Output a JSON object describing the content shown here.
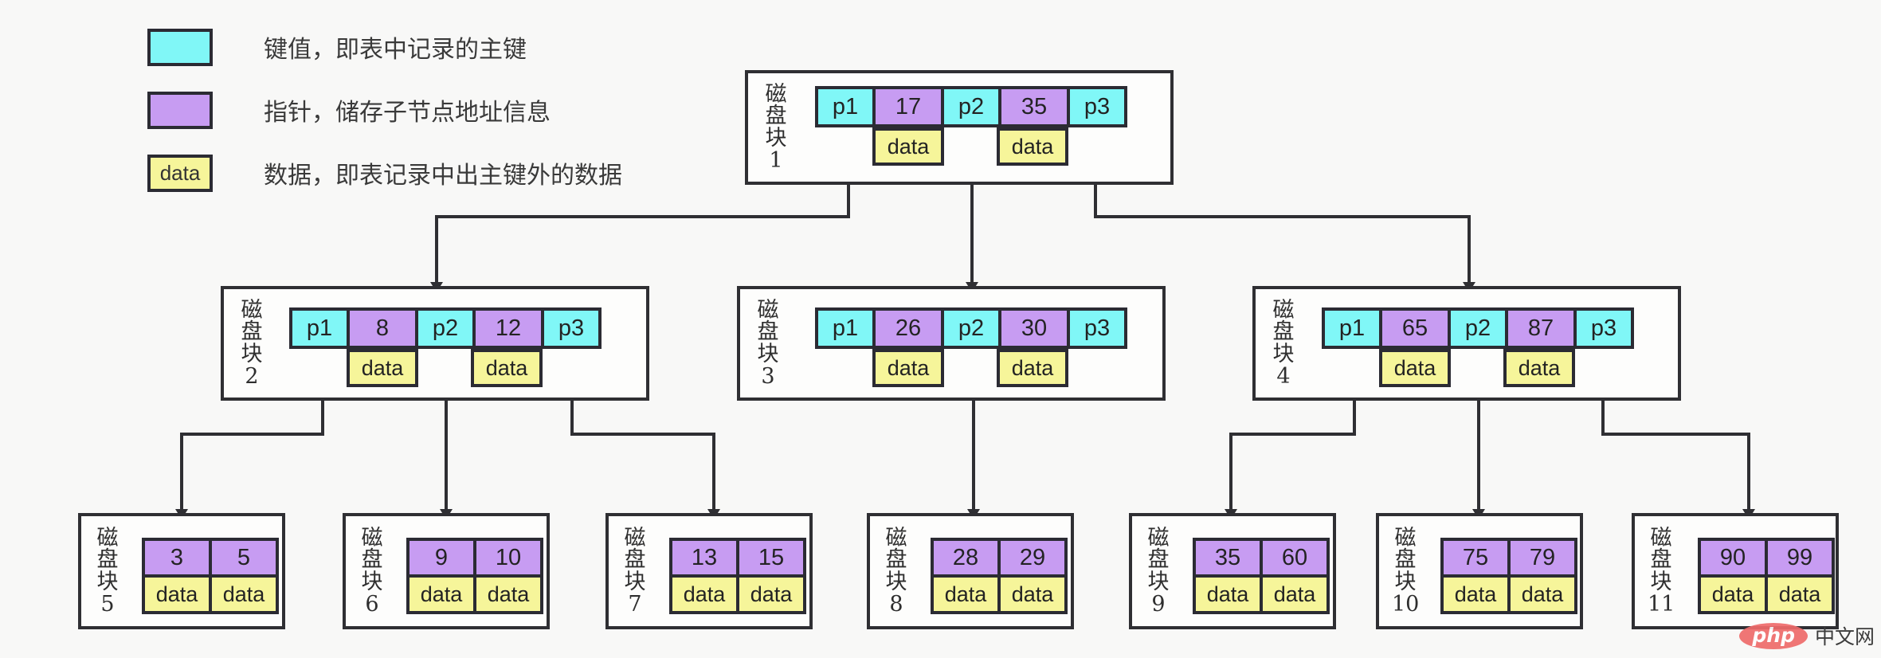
{
  "legend": {
    "items": [
      {
        "swatch": "key-color",
        "color": "#80f7f7",
        "text": "",
        "desc": "键值，即表中记录的主键"
      },
      {
        "swatch": "ptr-color",
        "color": "#c79cf2",
        "text": "",
        "desc": "指针，储存子节点地址信息"
      },
      {
        "swatch": "data-color",
        "color": "#f6f59a",
        "text": "data",
        "desc": "数据，即表记录中出主键外的数据"
      }
    ]
  },
  "nodes": {
    "block1": {
      "label": "磁\n盘\n块\n1",
      "cells": [
        {
          "type": "ptr",
          "text": "p1"
        },
        {
          "type": "key",
          "text": "17"
        },
        {
          "type": "ptr",
          "text": "p2"
        },
        {
          "type": "key",
          "text": "35"
        },
        {
          "type": "ptr",
          "text": "p3"
        }
      ],
      "data": [
        "data",
        "data"
      ]
    },
    "block2": {
      "label": "磁\n盘\n块\n2",
      "cells": [
        {
          "type": "ptr",
          "text": "p1"
        },
        {
          "type": "key",
          "text": "8"
        },
        {
          "type": "ptr",
          "text": "p2"
        },
        {
          "type": "key",
          "text": "12"
        },
        {
          "type": "ptr",
          "text": "p3"
        }
      ],
      "data": [
        "data",
        "data"
      ]
    },
    "block3": {
      "label": "磁\n盘\n块\n3",
      "cells": [
        {
          "type": "ptr",
          "text": "p1"
        },
        {
          "type": "key",
          "text": "26"
        },
        {
          "type": "ptr",
          "text": "p2"
        },
        {
          "type": "key",
          "text": "30"
        },
        {
          "type": "ptr",
          "text": "p3"
        }
      ],
      "data": [
        "data",
        "data"
      ]
    },
    "block4": {
      "label": "磁\n盘\n块\n4",
      "cells": [
        {
          "type": "ptr",
          "text": "p1"
        },
        {
          "type": "key",
          "text": "65"
        },
        {
          "type": "ptr",
          "text": "p2"
        },
        {
          "type": "key",
          "text": "87"
        },
        {
          "type": "ptr",
          "text": "p3"
        }
      ],
      "data": [
        "data",
        "data"
      ]
    },
    "block5": {
      "label": "磁\n盘\n块\n5",
      "keys": [
        "3",
        "5"
      ],
      "data": [
        "data",
        "data"
      ]
    },
    "block6": {
      "label": "磁\n盘\n块\n6",
      "keys": [
        "9",
        "10"
      ],
      "data": [
        "data",
        "data"
      ]
    },
    "block7": {
      "label": "磁\n盘\n块\n7",
      "keys": [
        "13",
        "15"
      ],
      "data": [
        "data",
        "data"
      ]
    },
    "block8": {
      "label": "磁\n盘\n块\n8",
      "keys": [
        "28",
        "29"
      ],
      "data": [
        "data",
        "data"
      ]
    },
    "block9": {
      "label": "磁\n盘\n块\n9",
      "keys": [
        "35",
        "60"
      ],
      "data": [
        "data",
        "data"
      ]
    },
    "block10": {
      "label": "磁\n盘\n块\n10",
      "keys": [
        "75",
        "79"
      ],
      "data": [
        "data",
        "data"
      ]
    },
    "block11": {
      "label": "磁\n盘\n块\n11",
      "keys": [
        "90",
        "99"
      ],
      "data": [
        "data",
        "data"
      ]
    }
  },
  "watermark": {
    "badge": "php",
    "text": "中文网"
  },
  "colors": {
    "pointer": "#80f7f7",
    "key": "#c79cf2",
    "data": "#f6f59a",
    "stroke": "#2b2b33",
    "background": "#f8f8f7"
  }
}
